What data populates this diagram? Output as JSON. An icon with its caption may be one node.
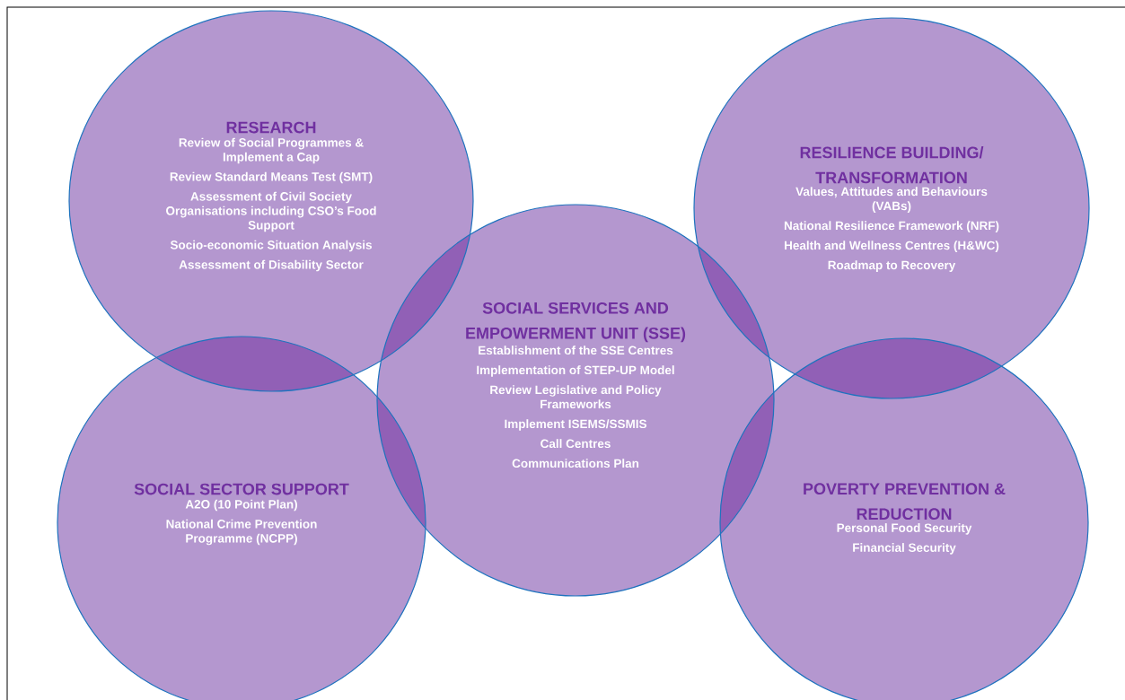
{
  "diagram": {
    "nodes": [
      {
        "text": [
          "RESEARCH",
          "Review of Social Programmes & Implement a Cap",
          "Review Standard Means Test (SMT)",
          "Assessment of Civil Society Organisations including CSO’s Food Support",
          "Socio-economic Situation Analysis",
          "Assessment of Disability Sector"
        ]
      },
      {
        "text": [
          "RESILIENCE BUILDING/ TRANSFORMATION",
          "Values, Attitudes and Behaviours (VABs)",
          "National Resilience Framework (NRF)",
          "Health and Wellness Centres (H&WC)",
          "Roadmap to Recovery"
        ]
      },
      {
        "text": [
          "SOCIAL SERVICES AND EMPOWERMENT UNIT (SSE)",
          "Establishment of the SSE Centres",
          "Implementation of STEP-UP Model",
          "Review Legislative and Policy Frameworks",
          "Implement ISEMS/SSMIS",
          "Call Centres",
          "Communications Plan"
        ]
      },
      {
        "text": [
          "SOCIAL SECTOR SUPPORT",
          "A2O (10 Point Plan)",
          "National Crime Prevention Programme (NCPP)"
        ]
      },
      {
        "text": [
          "POVERTY PREVENTION & REDUCTION",
          "Personal Food Security",
          "Financial Security"
        ]
      }
    ]
  }
}
